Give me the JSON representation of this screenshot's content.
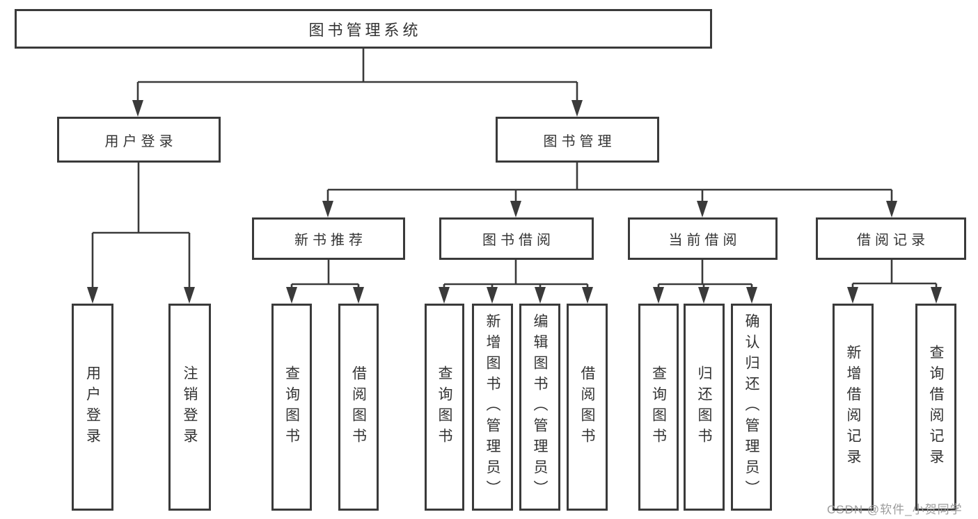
{
  "colors": {
    "background": "#ffffff",
    "line": "#3a3a3a",
    "text": "#333333",
    "watermark": "#9c9c9c"
  },
  "tree": {
    "root": {
      "label": "图书管理系统"
    },
    "branches": [
      {
        "label": "用户登录",
        "leaves": [
          {
            "label": "用户登录"
          },
          {
            "label": "注销登录"
          }
        ]
      },
      {
        "label": "图书管理",
        "groups": [
          {
            "label": "新书推荐",
            "leaves": [
              {
                "label": "查询图书"
              },
              {
                "label": "借阅图书"
              }
            ]
          },
          {
            "label": "图书借阅",
            "leaves": [
              {
                "label": "查询图书"
              },
              {
                "label": "新增图书（管理员）"
              },
              {
                "label": "编辑图书（管理员）"
              },
              {
                "label": "借阅图书"
              }
            ]
          },
          {
            "label": "当前借阅",
            "leaves": [
              {
                "label": "查询图书"
              },
              {
                "label": "归还图书"
              },
              {
                "label": "确认归还（管理员）"
              }
            ]
          },
          {
            "label": "借阅记录",
            "leaves": [
              {
                "label": "新增借阅记录"
              },
              {
                "label": "查询借阅记录"
              }
            ]
          }
        ]
      }
    ]
  },
  "watermark": {
    "text": "CSDN @软件_小贺同学"
  }
}
